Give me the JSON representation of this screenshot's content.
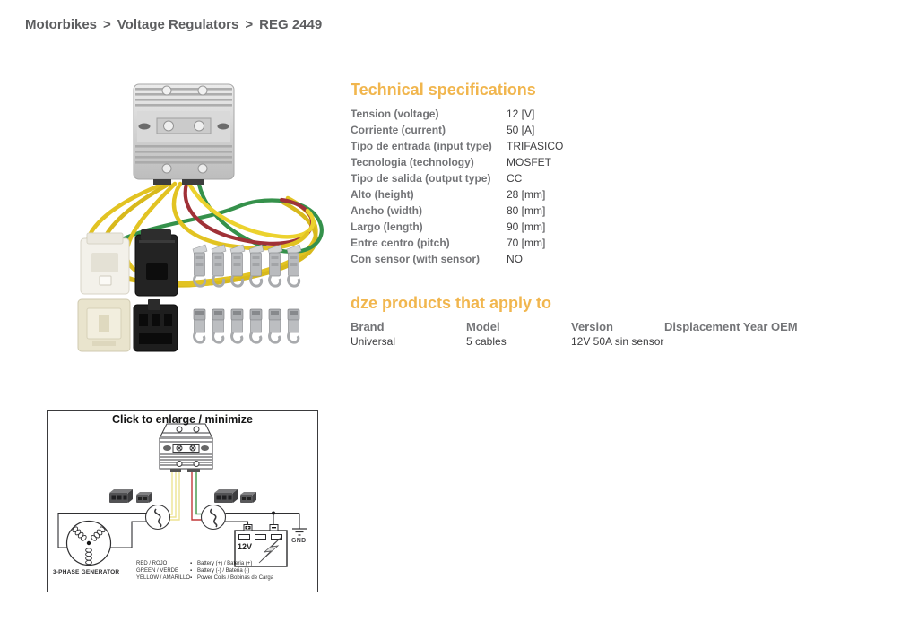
{
  "breadcrumb": {
    "separator": ">",
    "items": [
      "Motorbikes",
      "Voltage Regulators",
      "REG 2449"
    ]
  },
  "specs": {
    "title": "Technical specifications",
    "rows": [
      {
        "label": "Tension (voltage)",
        "value": "12 [V]"
      },
      {
        "label": "Corriente (current)",
        "value": "50 [A]"
      },
      {
        "label": "Tipo de entrada (input type)",
        "value": "TRIFASICO"
      },
      {
        "label": "Tecnologia (technology)",
        "value": "MOSFET"
      },
      {
        "label": "Tipo de salida (output type)",
        "value": "CC"
      },
      {
        "label": "Alto (height)",
        "value": "28 [mm]"
      },
      {
        "label": "Ancho (width)",
        "value": "80 [mm]"
      },
      {
        "label": "Largo (length)",
        "value": "90 [mm]"
      },
      {
        "label": "Entre centro (pitch)",
        "value": "70 [mm]"
      },
      {
        "label": "Con sensor (with sensor)",
        "value": "NO"
      }
    ]
  },
  "products": {
    "title": "dze products that apply to",
    "headers": {
      "brand": "Brand",
      "model": "Model",
      "version": "Version",
      "displacement_year_oem": "Displacement Year OEM"
    },
    "row": {
      "brand": "Universal",
      "model": "5 cables",
      "version": "12V 50A sin sensor",
      "displacement_year_oem": ""
    }
  },
  "diagram": {
    "title": "Click to enlarge / minimize",
    "generator_label": "3-PHASE GENERATOR",
    "battery_voltage": "12V",
    "ground_label": "GND",
    "legend_bullet": "▪",
    "legend": [
      {
        "wire": "RED / ROJO",
        "meaning": "Battery (+) / Bateria (+)"
      },
      {
        "wire": "GREEN / VERDE",
        "meaning": "Battery (-) / Bateria (-)"
      },
      {
        "wire": "YELLOW / AMARILLO",
        "meaning": "Power Coils / Bobinas de Carga"
      }
    ]
  },
  "colors": {
    "heading_orange": "#F1B64E",
    "label_gray": "#737477",
    "text_dark": "#3E3E40",
    "breadcrumb_gray": "#5D5E60",
    "wire_yellow": "#E2C322",
    "wire_green": "#35914B",
    "wire_red": "#A03137",
    "diagram_wire_yellow": "#EDE394",
    "diagram_wire_red": "#C23A3A",
    "diagram_wire_green": "#3F9644"
  }
}
